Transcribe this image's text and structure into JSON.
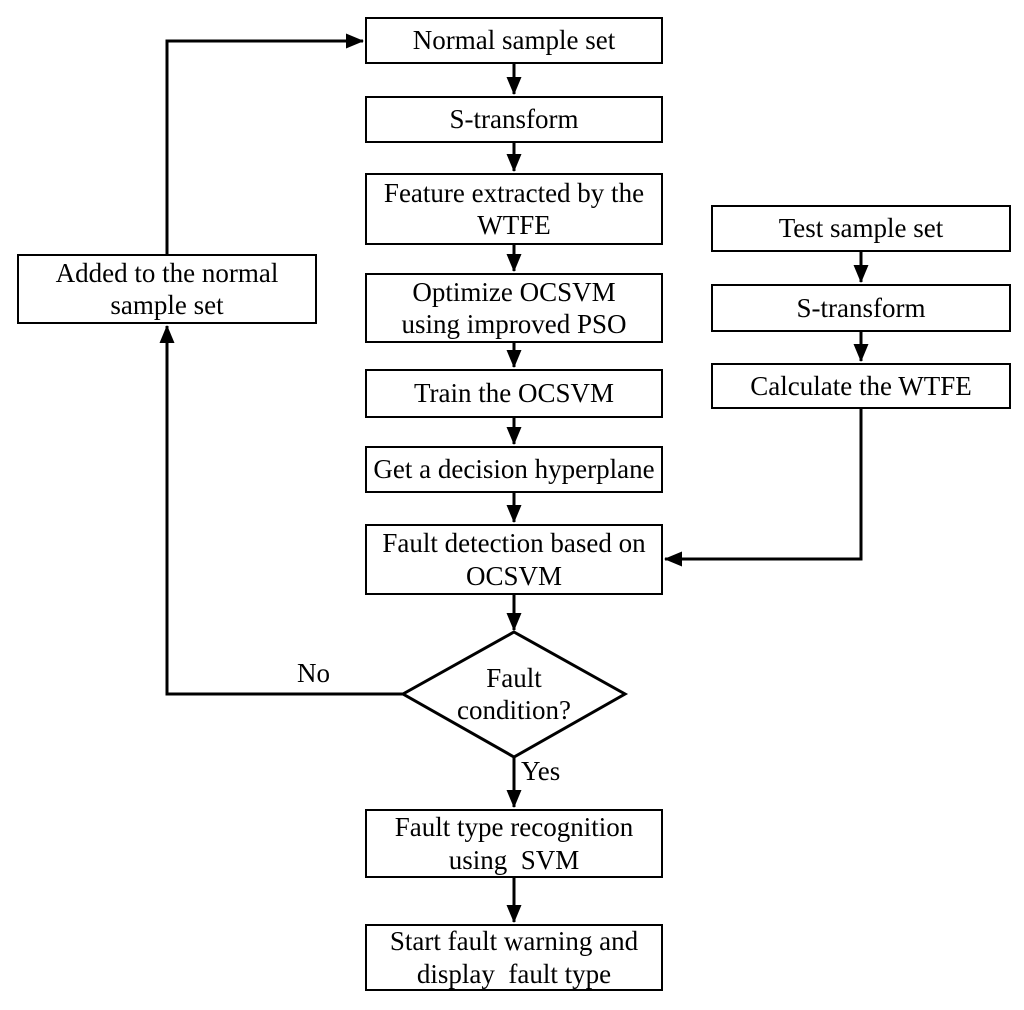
{
  "diagram": {
    "main_flow": {
      "normal_sample_set": "Normal sample set",
      "s_transform": "S-transform",
      "feature_extracted": "Feature extracted by the\nWTFE",
      "optimize_ocsvm": "Optimize OCSVM\nusing improved PSO",
      "train_ocsvm": "Train the OCSVM",
      "decision_hyperplane": "Get a decision hyperplane",
      "fault_detection": "Fault detection based on\nOCSVM",
      "fault_condition": "Fault\ncondition?",
      "fault_type_recognition": "Fault type recognition\nusing  SVM",
      "start_fault_warning": "Start fault warning and\ndisplay  fault type"
    },
    "test_flow": {
      "test_sample_set": "Test sample set",
      "s_transform": "S-transform",
      "calculate_wtfe": "Calculate the WTFE"
    },
    "feedback_flow": {
      "added_to_normal": "Added to the normal\nsample set"
    },
    "edge_labels": {
      "yes": "Yes",
      "no": "No"
    },
    "colors": {
      "line": "#000000",
      "box_border": "#000000",
      "box_fill": "#ffffff",
      "background": "#ffffff",
      "text": "#000000"
    }
  }
}
